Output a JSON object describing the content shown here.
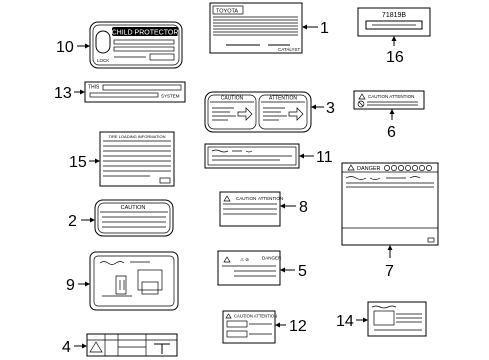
{
  "parts": [
    {
      "number": "1",
      "texts": [
        "TOYOTA",
        "CATALYST"
      ]
    },
    {
      "number": "2",
      "texts": [
        "CAUTION"
      ]
    },
    {
      "number": "3",
      "texts": [
        "CAUTION",
        "ATTENTION"
      ]
    },
    {
      "number": "4",
      "texts": []
    },
    {
      "number": "5",
      "texts": [
        "DANGER"
      ]
    },
    {
      "number": "6",
      "texts": [
        "CAUTION ATTENTION"
      ]
    },
    {
      "number": "7",
      "texts": [
        "DANGER"
      ]
    },
    {
      "number": "8",
      "texts": [
        "CAUTION",
        "ATTENTION"
      ]
    },
    {
      "number": "9",
      "texts": []
    },
    {
      "number": "10",
      "texts": [
        "CHILD PROTECTOR",
        "LOCK"
      ]
    },
    {
      "number": "11",
      "texts": []
    },
    {
      "number": "12",
      "texts": [
        "CAUTION ATTENTION"
      ]
    },
    {
      "number": "13",
      "texts": [
        "THIS",
        "SYSTEM"
      ]
    },
    {
      "number": "14",
      "texts": []
    },
    {
      "number": "15",
      "texts": [
        "TIRE LOADING INFORMATION"
      ]
    },
    {
      "number": "16",
      "texts": [
        "71819B"
      ]
    }
  ]
}
